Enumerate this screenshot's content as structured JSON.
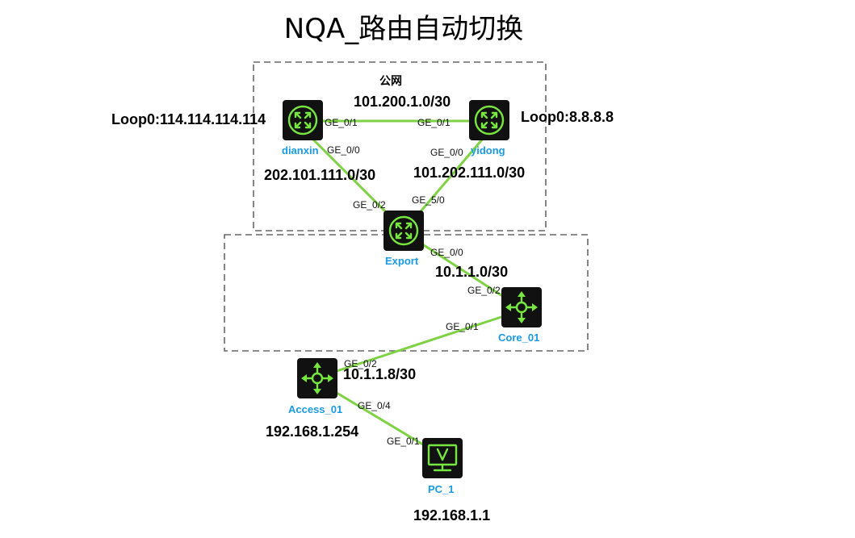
{
  "title": "NQA_路由自动切换",
  "zones": {
    "public_label": "公网"
  },
  "devices": {
    "dianxin": {
      "name": "dianxin",
      "type": "router",
      "loopback": "Loop0:114.114.114.114"
    },
    "yidong": {
      "name": "yidong",
      "type": "router",
      "loopback": "Loop0:8.8.8.8"
    },
    "export": {
      "name": "Export",
      "type": "router"
    },
    "core": {
      "name": "Core_01",
      "type": "switch"
    },
    "access": {
      "name": "Access_01",
      "type": "switch",
      "gateway_ip": "192.168.1.254"
    },
    "pc": {
      "name": "PC_1",
      "type": "pc",
      "ip": "192.168.1.1"
    }
  },
  "links": {
    "dianxin_yidong": {
      "network": "101.200.1.0/30",
      "port_a": "GE_0/1",
      "port_b": "GE_0/1"
    },
    "dianxin_export": {
      "network": "202.101.111.0/30",
      "port_a": "GE_0/0",
      "port_b": "GE_0/2"
    },
    "yidong_export": {
      "network": "101.202.111.0/30",
      "port_a": "GE_0/0",
      "port_b": "GE_5/0"
    },
    "export_core": {
      "network": "10.1.1.0/30",
      "port_a": "GE_0/0",
      "port_b": "GE_0/2"
    },
    "core_access": {
      "network": "10.1.1.8/30",
      "port_a": "GE_0/1",
      "port_b": "GE_0/2"
    },
    "access_pc": {
      "port_a": "GE_0/4",
      "port_b": "GE_0/1"
    }
  },
  "colors": {
    "link": "#7ed244",
    "device_label": "#1a9ae0",
    "icon_glyph": "#78e640",
    "icon_tile": "#111111"
  }
}
